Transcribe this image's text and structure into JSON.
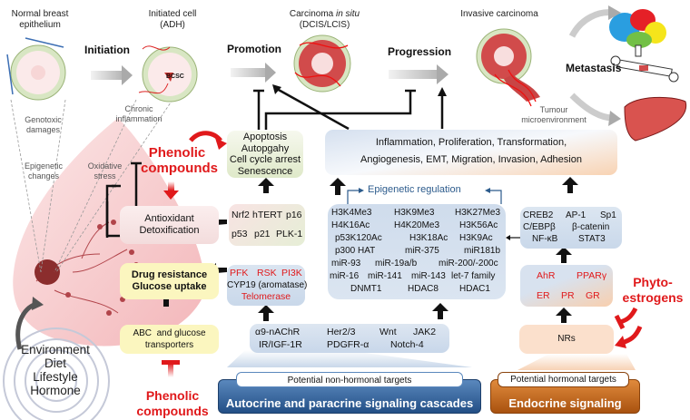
{
  "stages": {
    "normal": {
      "line1": "Normal breast",
      "line2": "epithelium"
    },
    "initiated": {
      "line1": "Initiated cell",
      "line2": "(ADH)",
      "marker": "BCSC"
    },
    "cis": {
      "line1": "Carcinoma ",
      "line1_italic": "in situ",
      "line2": "(DCIS/LCIS)"
    },
    "invasive": {
      "line1": "Invasive carcinoma"
    },
    "microenv": {
      "line1": "Tumour",
      "line2": "microenvironment"
    }
  },
  "transitions": {
    "initiation": "Initiation",
    "promotion": "Promotion",
    "progression": "Progression",
    "metastasis": "Metastasis"
  },
  "damage_labels": {
    "genotoxic": {
      "line1": "Genotoxic",
      "line2": "damages"
    },
    "epigenetic": {
      "line1": "Epigenetic",
      "line2": "changes"
    },
    "oxidative": {
      "line1": "Oxidative",
      "line2": "stress"
    },
    "chronic": {
      "line1": "Chronic",
      "line2": "inflammation"
    }
  },
  "phenolic_top": {
    "line1": "Phenolic",
    "line2": "compounds"
  },
  "phenolic_bottom": {
    "line1": "Phenolic",
    "line2": "compounds"
  },
  "phytoestrogens": {
    "line1": "Phyto-",
    "line2": "estrogens"
  },
  "risk_factors": [
    "Environment",
    "Diet",
    "Lifestyle",
    "Hormone"
  ],
  "boxes": {
    "apoptosis": [
      "Apoptosis",
      "Autopgahy",
      "Cell cycle arrest",
      "Senescence"
    ],
    "outcomes": {
      "line1": "Inflammation, Proliferation, Transformation,",
      "line2": "Angiogenesis, EMT, Migration, Invasion, Adhesion"
    },
    "antioxidant": [
      "Antioxidant",
      "Detoxification"
    ],
    "tumor_suppressors": {
      "row1": [
        "Nrf2",
        "hTERT",
        "p16"
      ],
      "row2": [
        "p53",
        "p21",
        "PLK-1"
      ]
    },
    "drug_resistance": [
      "Drug resistance",
      "Glucose uptake"
    ],
    "kinases": {
      "row1": [
        "PFK",
        "RSK",
        "PI3K"
      ],
      "row2": "CYP19 (aromatase)",
      "row3": "Telomerase"
    },
    "transporters": [
      "ABC  and glucose",
      "transporters"
    ],
    "receptors": {
      "row1": [
        "α9-nAChR",
        "Her2/3",
        "Wnt",
        "JAK2"
      ],
      "row2": [
        "IR/IGF-1R",
        "PDGFR-α",
        "Notch-4"
      ]
    },
    "epigenetic_title": "Epigenetic regulation",
    "epigenetic": [
      [
        "H3K4Me3",
        "H3K9Me3",
        "H3K27Me3"
      ],
      [
        "H4K16Ac",
        "H4K20Me3",
        "H3K56Ac"
      ],
      [
        "p53K120Ac",
        "H3K18Ac",
        "H3K9Ac"
      ],
      [
        "p300 HAT",
        "miR-375",
        "miR181b"
      ],
      [
        "miR-93",
        "miR-19a/b",
        "miR-200/-200c"
      ],
      [
        "miR-16",
        "miR-141",
        "miR-143",
        "let-7 family"
      ],
      [
        "DNMT1",
        "HDAC8",
        "HDAC1"
      ]
    ],
    "transcription": {
      "row1": [
        "CREB2",
        "AP-1",
        "Sp1"
      ],
      "row2": [
        "C/EBPβ",
        "β-catenin"
      ],
      "row3": [
        "NF-κB",
        "STAT3"
      ]
    },
    "nuclear": {
      "row1": [
        "AhR",
        "PPARγ"
      ],
      "row2": [
        "ER",
        "PR",
        "GR"
      ]
    },
    "nrs": "NRs"
  },
  "footer": {
    "nonhormonal_tab": "Potential non-hormonal targets",
    "nonhormonal_title": "Autocrine and paracrine signaling cascades",
    "hormonal_tab": "Potential hormonal targets",
    "hormonal_title": "Endocrine signaling"
  },
  "colors": {
    "red_accent": "#e0191b",
    "blue_button": "#2d5f9a",
    "orange_button": "#c0661a",
    "green_box": "#e4edd2",
    "blue_box": "#cfdcec",
    "peach": "#fbe0cc",
    "yellow_box": "#fbf6bf",
    "pink_box": "#f6e3e3"
  }
}
